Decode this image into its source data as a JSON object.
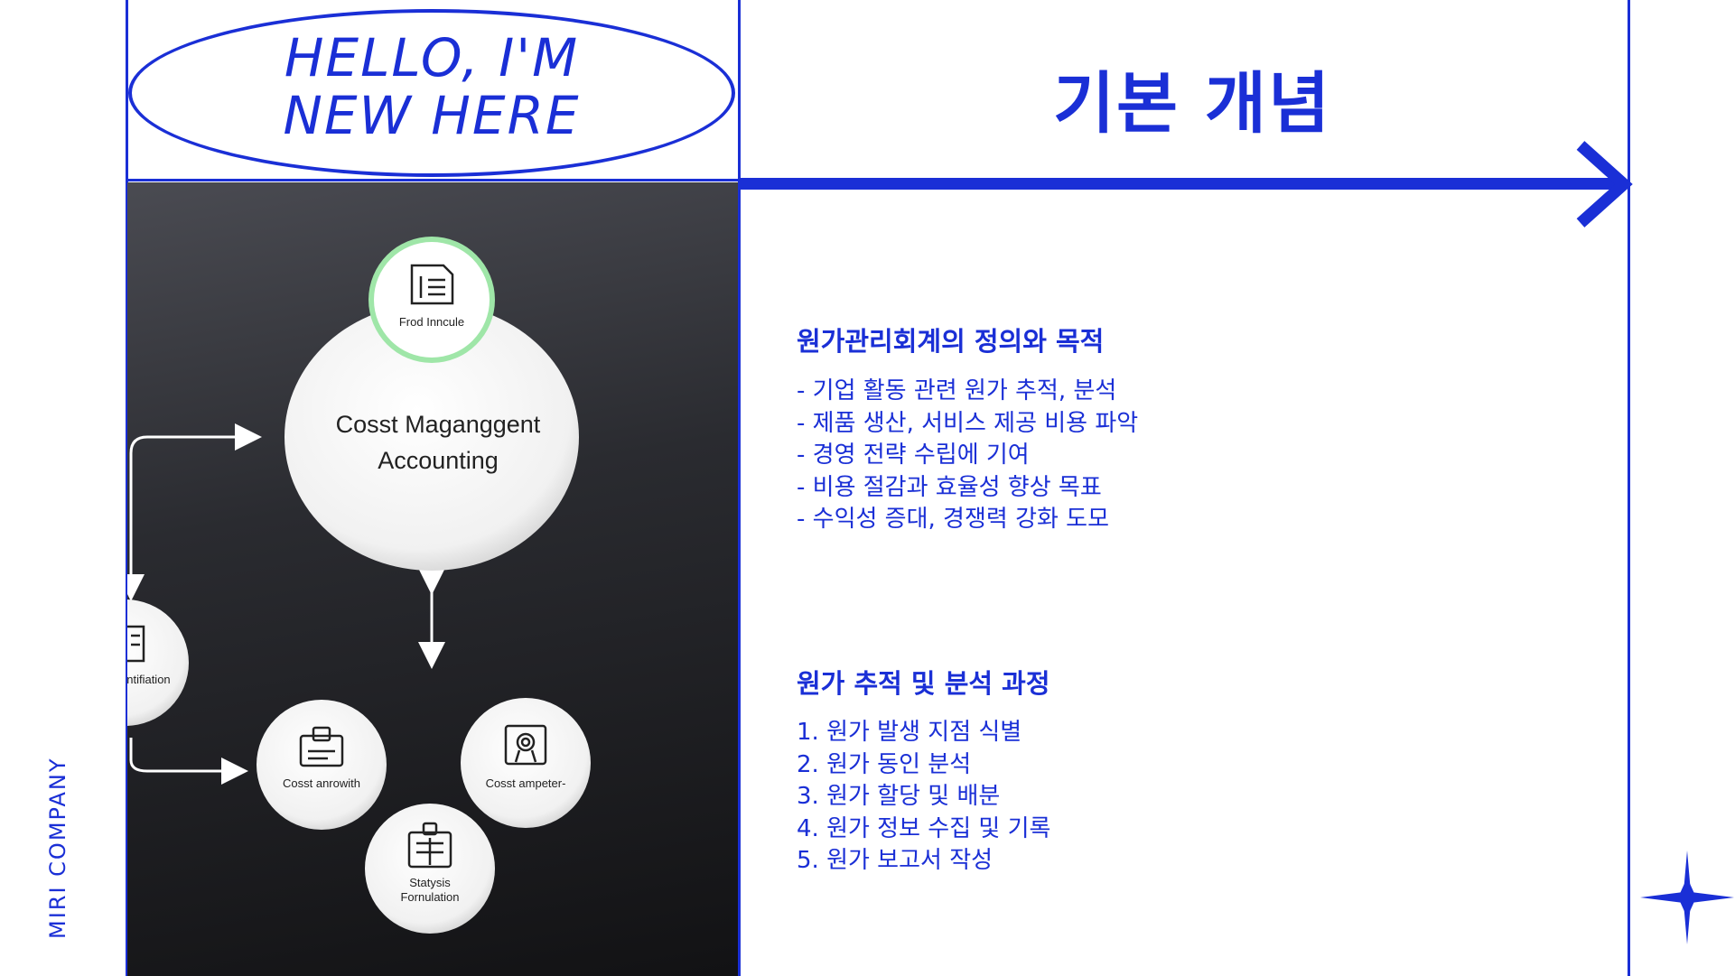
{
  "header": {
    "hello_line1": "HELLO, I'M",
    "hello_line2": "NEW HERE",
    "title": "기본 개념"
  },
  "sidebar": {
    "company": "MIRI COMPANY"
  },
  "diagram": {
    "center_label_line1": "Cosst Maganggent",
    "center_label_line2": "Accounting",
    "top_node_label": "Frod Inncule",
    "left_node_label": "entifiation",
    "node_bottom_left_label": "Cosst anrowith",
    "node_bottom_right_label": "Cosst ampeter-",
    "node_bottom_label_line1": "Statysis",
    "node_bottom_label_line2": "Fornulation"
  },
  "section1": {
    "title": "원가관리회계의 정의와 목적",
    "items": [
      "- 기업 활동 관련 원가 추적, 분석",
      "- 제품 생산, 서비스 제공 비용 파악",
      "- 경영 전략 수립에 기여",
      "- 비용 절감과 효율성 향상 목표",
      "- 수익성 증대, 경쟁력 강화 도모"
    ]
  },
  "section2": {
    "title": "원가 추적 및 분석 과정",
    "items": [
      "1. 원가 발생 지점 식별",
      "2. 원가 동인 분석",
      "3. 원가 할당 및 배분",
      "4. 원가 정보 수집 및 기록",
      "5. 원가 보고서 작성"
    ]
  },
  "colors": {
    "accent": "#1a2fd6",
    "background": "#ffffff",
    "node_ring": "#9fe6a8"
  }
}
